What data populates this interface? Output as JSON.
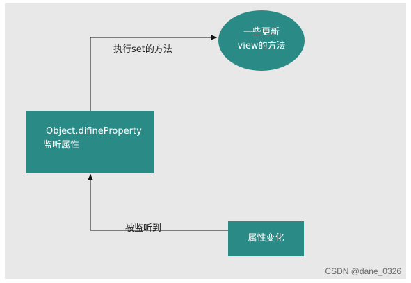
{
  "diagram": {
    "nodes": {
      "main": {
        "line1": "Object.difineProperty",
        "line2": "监听属性"
      },
      "update": {
        "line1": "一些更新",
        "line2": "view的方法"
      },
      "change": {
        "label": "属性变化"
      }
    },
    "edges": {
      "main_to_update": "执行set的方法",
      "change_to_main": "被监听到"
    },
    "colors": {
      "node_fill": "#2a8a86",
      "canvas": "#e8e8e8",
      "edge": "#111111"
    }
  },
  "watermark": "CSDN @dane_0326"
}
